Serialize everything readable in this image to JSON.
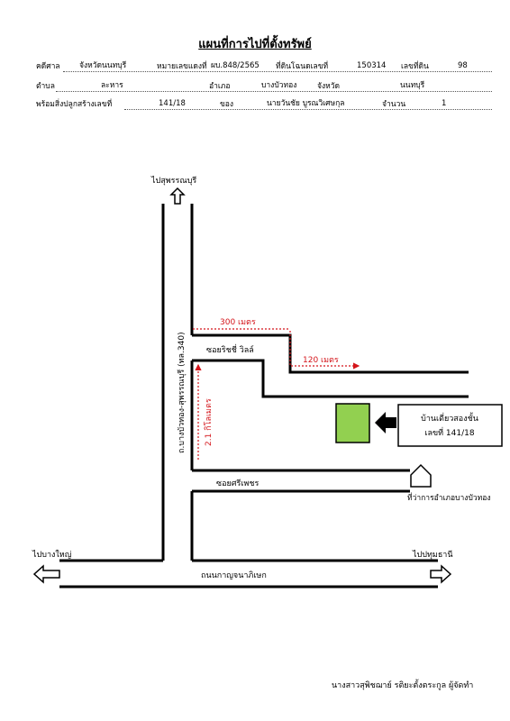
{
  "title": "แผนที่การไปที่ตั้งทรัพย์",
  "header": {
    "row1": {
      "court_label": "คดีศาล",
      "court_value": "จังหวัดนนทบุรี",
      "black_case_label": "หมายเลขแดงที่",
      "black_case_value": "ผบ.848/2565",
      "deed_label": "ที่ดินโฉนดเลขที่",
      "deed_value": "150314",
      "land_no_label": "เลขที่ดิน",
      "land_no_value": "98"
    },
    "row2": {
      "subdistrict_label": "ตำบล",
      "subdistrict_value": "ละหาร",
      "district_label": "อำเภอ",
      "district_value": "บางบัวทอง",
      "province_label": "จังหวัด",
      "province_value": "นนทบุรี"
    },
    "row3": {
      "building_label": "พร้อมสิ่งปลูกสร้างเลขที่",
      "building_value": "141/18",
      "owner_label": "ของ",
      "owner_value": "นายวันชัย บูรณวิเศษกุล",
      "count_label": "จำนวน",
      "count_value": "1"
    }
  },
  "map": {
    "to_suphanburi": "ไปสุพรรณบุรี",
    "to_bang_yai": "ไปบางใหญ่",
    "to_pathum_thani": "ไปปทุมธานี",
    "main_road": "ถนนกาญจนาภิเษก",
    "vertical_road": "ถ.บางบัวทอง-สุพรรณบุรี (ทล.340)",
    "soi_ritchie": "ซอยริชชี่ วิลล์",
    "soi_sriphet": "ซอยศรีเพชร",
    "dist_300": "300 เมตร",
    "dist_120": "120 เมตร",
    "dist_21": "2.1 กิโลเมตร",
    "house_label_line1": "บ้านเดี่ยวสองชั้น",
    "house_label_line2": "เลขที่ 141/18",
    "district_office": "ที่ว่าการอำเภอบางบัวทอง",
    "colors": {
      "red": "#d4141a",
      "green": "#92d050"
    }
  },
  "signer": "นางสาวสุพิชฌาย์ รติยะตั้งตระกูล   ผู้จัดทำ"
}
